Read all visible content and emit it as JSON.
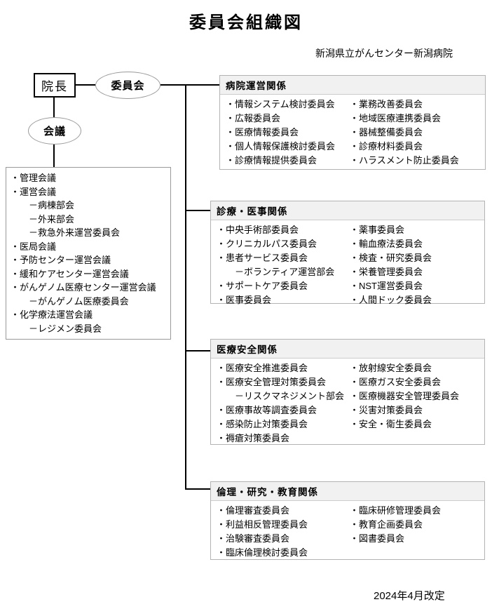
{
  "title": "委員会組織図",
  "subtitle": "新潟県立がんセンター新潟病院",
  "footer": "2024年4月改定",
  "nodes": {
    "director": "院長",
    "committee": "委員会",
    "meeting": "会議"
  },
  "meetings": {
    "items": [
      "・管理会議",
      "・運営会議",
      "－病棟部会",
      "－外来部会",
      "－救急外来運営委員会",
      "・医局会議",
      "・予防センター運営会議",
      "・緩和ケアセンター運営会議",
      "・がんゲノム医療センター運営会議",
      "－がんゲノム医療委員会",
      "・化学療法運営会議",
      "－レジメン委員会"
    ]
  },
  "categories": [
    {
      "header": "病院運営関係",
      "left": [
        "・情報システム検討委員会",
        "・広報委員会",
        "・医療情報委員会",
        "・個人情報保護検討委員会",
        "・診療情報提供委員会"
      ],
      "right": [
        "・業務改善委員会",
        "・地域医療連携委員会",
        "・器械整備委員会",
        "・診療材料委員会",
        "・ハラスメント防止委員会"
      ]
    },
    {
      "header": "診療・医事関係",
      "left": [
        "・中央手術部委員会",
        "・クリニカルパス委員会",
        "・患者サービス委員会",
        "－ボランティア運営部会",
        "・サポートケア委員会",
        "・医事委員会"
      ],
      "right": [
        "・薬事委員会",
        "・輸血療法委員会",
        "・検査・研究委員会",
        "・栄養管理委員会",
        "・NST運営委員会",
        "・人間ドック委員会"
      ]
    },
    {
      "header": "医療安全関係",
      "left": [
        "・医療安全推進委員会",
        "・医療安全管理対策委員会",
        "－リスクマネジメント部会",
        "・医療事故等調査委員会",
        "・感染防止対策委員会",
        "・褥瘡対策委員会"
      ],
      "right": [
        "・放射線安全委員会",
        "・医療ガス安全委員会",
        "・医療機器安全管理委員会",
        "・災害対策委員会",
        "・安全・衛生委員会"
      ]
    },
    {
      "header": "倫理・研究・教育関係",
      "left": [
        "・倫理審査委員会",
        "・利益相反管理委員会",
        "・治験審査委員会",
        "・臨床倫理検討委員会"
      ],
      "right": [
        "・臨床研修管理委員会",
        "・教育企画委員会",
        "・図書委員会"
      ]
    }
  ]
}
